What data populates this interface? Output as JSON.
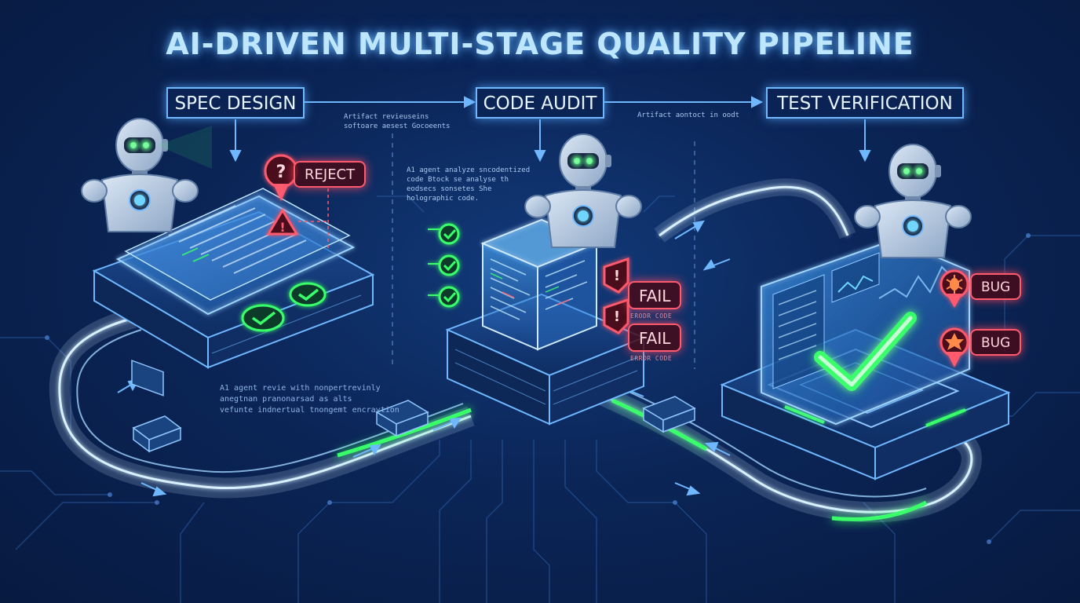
{
  "title": "AI-DRIVEN MULTI-STAGE QUALITY PIPELINE",
  "stages": [
    {
      "label": "SPEC DESIGN"
    },
    {
      "label": "CODE AUDIT"
    },
    {
      "label": "TEST VERIFICATION"
    }
  ],
  "connectors": {
    "first_note": "Artifact revieuseins\nsoftoare aesest Gocoeents",
    "second_note": "Artifact aontoct in oodt"
  },
  "notes": {
    "audit_agent": "A1 agent analyze sncodentized\ncode Btock se analyse th\neodsecs sonsetes She\nholographic code.",
    "spec_agent": "A1 agent revie with nonpertrevinly\nanegtnan pranonarsad as alts\nvefunte indnertual tnongemt encravtion"
  },
  "tags": {
    "reject": "REJECT",
    "fail_1": "FAIL",
    "fail_2": "FAIL",
    "fail_code_1": "ERODR CODE",
    "fail_code_2": "ERROR CODE",
    "bug_1": "BUG",
    "bug_2": "BUG"
  },
  "icons": {
    "reject": "question-icon",
    "warning": "warning-triangle-icon",
    "fail": "exclamation-icon",
    "bug": "bug-icon",
    "pass": "checkmark-icon",
    "agent": "robot-icon"
  },
  "colors": {
    "background": "#0b2557",
    "neon_blue": "#6fb8ff",
    "neon_green": "#39ff6a",
    "alert_red": "#ff5a6e",
    "title_glow": "#bfe6ff"
  }
}
